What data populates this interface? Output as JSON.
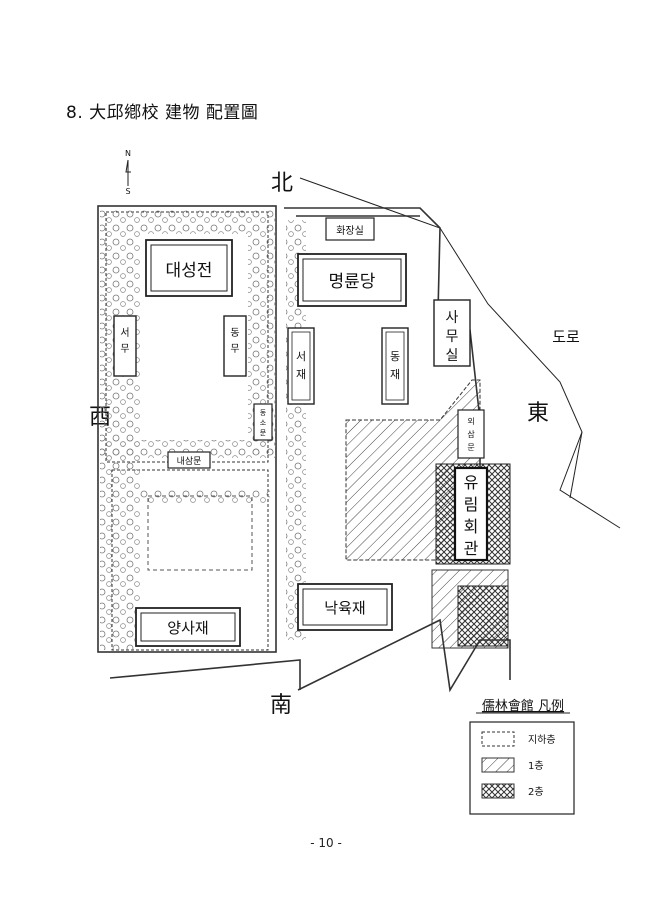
{
  "heading": "8. 大邱鄕校 建物 配置圖",
  "compass": {
    "north": "N",
    "south": "S"
  },
  "directions": {
    "north": "北",
    "south": "南",
    "west": "西",
    "east": "東"
  },
  "road": "도로",
  "buildings": {
    "daeseongjeon": "대성전",
    "myeongnyundang": "명륜당",
    "toilet": "화장실",
    "office": [
      "사",
      "무",
      "실"
    ],
    "seomu": [
      "서",
      "무"
    ],
    "dongmu": [
      "동",
      "무"
    ],
    "seojae": [
      "서",
      "재"
    ],
    "dongjae": [
      "동",
      "재"
    ],
    "dongsomun": [
      "동",
      "소",
      "문"
    ],
    "naesammun": "내삼문",
    "oesammun": [
      "외",
      "삼",
      "문"
    ],
    "yurim_hall": [
      "유",
      "림",
      "회",
      "관"
    ],
    "nagyukjae": "낙육재",
    "yangsajae": "양사재"
  },
  "legend": {
    "title": "儒林會館 凡例",
    "items": [
      "지하층",
      "1층",
      "2층"
    ]
  },
  "page_number": "- 10 -"
}
